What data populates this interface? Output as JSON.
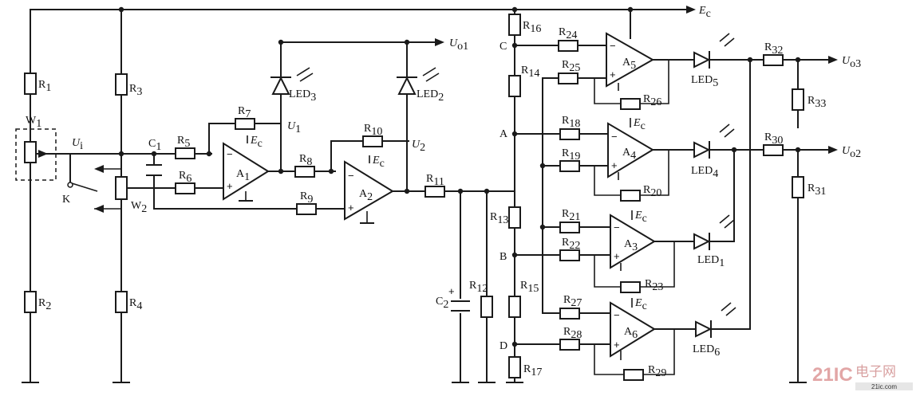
{
  "supply": "E",
  "supply_sub": "c",
  "outputs": {
    "uo1": "U",
    "uo1_sub": "o1",
    "uo2": "U",
    "uo2_sub": "o2",
    "uo3": "U",
    "uo3_sub": "o3"
  },
  "nodes": {
    "u1": "U",
    "u1_sub": "1",
    "u2": "U",
    "u2_sub": "2",
    "ui": "U",
    "ui_sub": "i",
    "a": "A",
    "b": "B",
    "c": "C",
    "d": "D",
    "k": "K"
  },
  "pots": {
    "w1": "W",
    "w1_sub": "1",
    "w2": "W",
    "w2_sub": "2"
  },
  "caps": {
    "c1": "C",
    "c1_sub": "1",
    "c2": "C",
    "c2_sub": "2"
  },
  "resistors": [
    {
      "id": "r1",
      "base": "R",
      "sub": "1"
    },
    {
      "id": "r2",
      "base": "R",
      "sub": "2"
    },
    {
      "id": "r3",
      "base": "R",
      "sub": "3"
    },
    {
      "id": "r4",
      "base": "R",
      "sub": "4"
    },
    {
      "id": "r5",
      "base": "R",
      "sub": "5"
    },
    {
      "id": "r6",
      "base": "R",
      "sub": "6"
    },
    {
      "id": "r7",
      "base": "R",
      "sub": "7"
    },
    {
      "id": "r8",
      "base": "R",
      "sub": "8"
    },
    {
      "id": "r9",
      "base": "R",
      "sub": "9"
    },
    {
      "id": "r10",
      "base": "R",
      "sub": "10"
    },
    {
      "id": "r11",
      "base": "R",
      "sub": "11"
    },
    {
      "id": "r12",
      "base": "R",
      "sub": "12"
    },
    {
      "id": "r13",
      "base": "R",
      "sub": "13"
    },
    {
      "id": "r14",
      "base": "R",
      "sub": "14"
    },
    {
      "id": "r15",
      "base": "R",
      "sub": "15"
    },
    {
      "id": "r16",
      "base": "R",
      "sub": "16"
    },
    {
      "id": "r17",
      "base": "R",
      "sub": "17"
    },
    {
      "id": "r18",
      "base": "R",
      "sub": "18"
    },
    {
      "id": "r19",
      "base": "R",
      "sub": "19"
    },
    {
      "id": "r20",
      "base": "R",
      "sub": "20"
    },
    {
      "id": "r21",
      "base": "R",
      "sub": "21"
    },
    {
      "id": "r22",
      "base": "R",
      "sub": "22"
    },
    {
      "id": "r23",
      "base": "R",
      "sub": "23"
    },
    {
      "id": "r24",
      "base": "R",
      "sub": "24"
    },
    {
      "id": "r25",
      "base": "R",
      "sub": "25"
    },
    {
      "id": "r26",
      "base": "R",
      "sub": "26"
    },
    {
      "id": "r27",
      "base": "R",
      "sub": "27"
    },
    {
      "id": "r28",
      "base": "R",
      "sub": "28"
    },
    {
      "id": "r29",
      "base": "R",
      "sub": "29"
    },
    {
      "id": "r30",
      "base": "R",
      "sub": "30"
    },
    {
      "id": "r31",
      "base": "R",
      "sub": "31"
    },
    {
      "id": "r32",
      "base": "R",
      "sub": "32"
    },
    {
      "id": "r33",
      "base": "R",
      "sub": "33"
    }
  ],
  "opamps": {
    "a1": "A",
    "a1_sub": "1",
    "a2": "A",
    "a2_sub": "2",
    "a3": "A",
    "a3_sub": "3",
    "a4": "A",
    "a4_sub": "4",
    "a5": "A",
    "a5_sub": "5",
    "a6": "A",
    "a6_sub": "6"
  },
  "leds": {
    "led1": "LED",
    "led1_sub": "1",
    "led2": "LED",
    "led2_sub": "2",
    "led3": "LED",
    "led3_sub": "3",
    "led4": "LED",
    "led4_sub": "4",
    "led5": "LED",
    "led5_sub": "5",
    "led6": "LED",
    "led6_sub": "6"
  },
  "watermark": {
    "brand": "21IC",
    "cn": "电子网",
    "url": "21ic.com"
  }
}
